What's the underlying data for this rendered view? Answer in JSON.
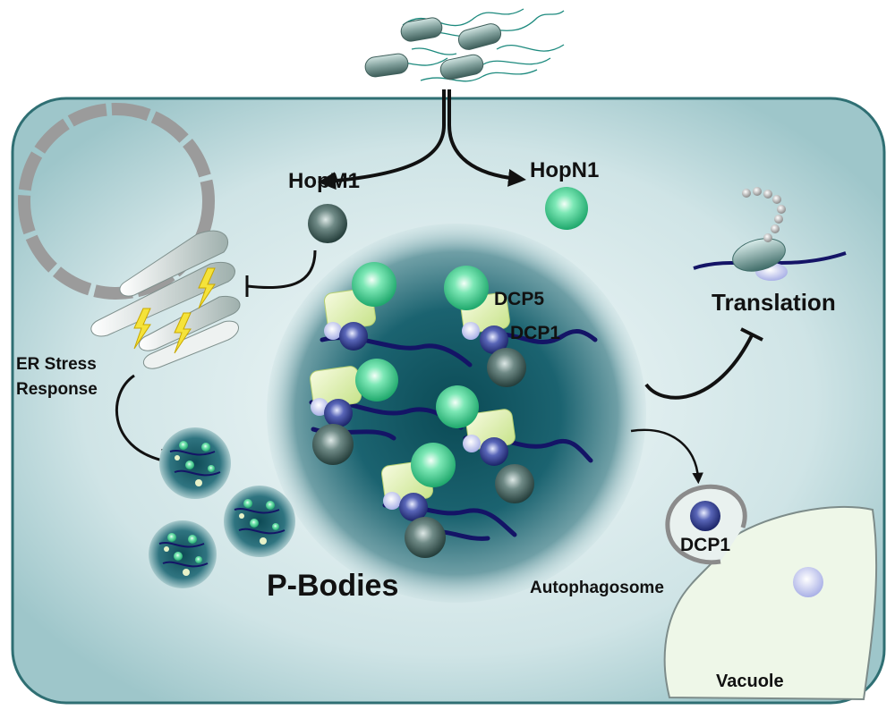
{
  "labels": {
    "hopm1": "HopM1",
    "hopn1": "HopN1",
    "dcp5": "DCP5",
    "dcp1": "DCP1",
    "translation": "Translation",
    "er_stress_1": "ER Stress",
    "er_stress_2": "Response",
    "p_bodies": "P-Bodies",
    "dcp1_autophagosome": "DCP1",
    "autophagosome": "Autophagosome",
    "vacuole": "Vacuole"
  },
  "colors": {
    "cell_fill": "#c9e0e2",
    "cell_stroke": "#2f6f73",
    "pbody_core": "#0e4d57",
    "hop_green": "#3fcf90",
    "dark_sphere": "#3d5b58",
    "dcp1_blue": "#2b3a8c",
    "dcp5_yellow": "#dff0b0",
    "rna_navy": "#141466",
    "vacuole_fill": "#eef7e8",
    "arrow": "#111111"
  }
}
